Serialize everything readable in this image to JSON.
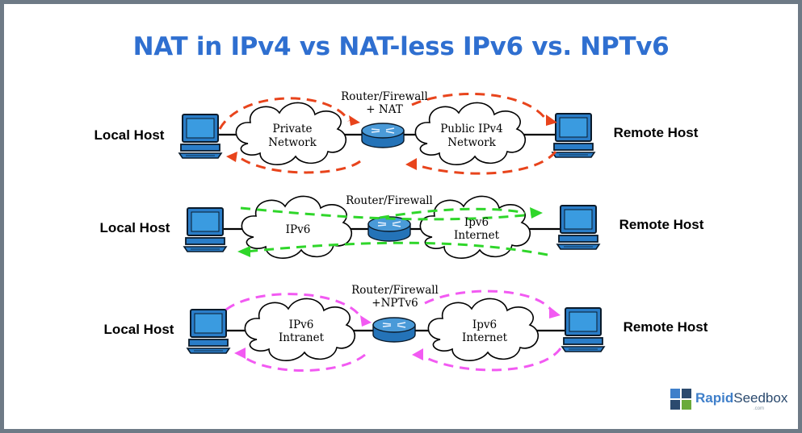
{
  "title": "NAT in IPv4 vs NAT-less IPv6 vs. NPTv6",
  "rows": [
    {
      "local_label": "Local Host",
      "remote_label": "Remote Host",
      "left_cloud": [
        "Private",
        "Network"
      ],
      "right_cloud": [
        "Public IPv4",
        "Network"
      ],
      "router_label": [
        "Router/Firewall",
        "+ NAT"
      ],
      "arrow_color": "#e8441c"
    },
    {
      "local_label": "Local Host",
      "remote_label": "Remote Host",
      "left_cloud": [
        "IPv6"
      ],
      "right_cloud": [
        "Ipv6",
        "Internet"
      ],
      "router_label": [
        "Router/Firewall"
      ],
      "arrow_color": "#2fd62a"
    },
    {
      "local_label": "Local Host",
      "remote_label": "Remote Host",
      "left_cloud": [
        "IPv6",
        "Intranet"
      ],
      "right_cloud": [
        "Ipv6",
        "Internet"
      ],
      "router_label": [
        "Router/Firewall",
        "+NPTv6"
      ],
      "arrow_color": "#f25af2"
    }
  ],
  "colors": {
    "title": "#2f6fd0",
    "router": "#2f7fc8",
    "border": "#6e7a86"
  },
  "icons": {
    "host": "desktop-computer-icon",
    "router": "router-icon",
    "cloud": "cloud-icon"
  },
  "logo": {
    "rapid": "Rapid",
    "seedbox": "Seedbox",
    "sub": ".com"
  }
}
